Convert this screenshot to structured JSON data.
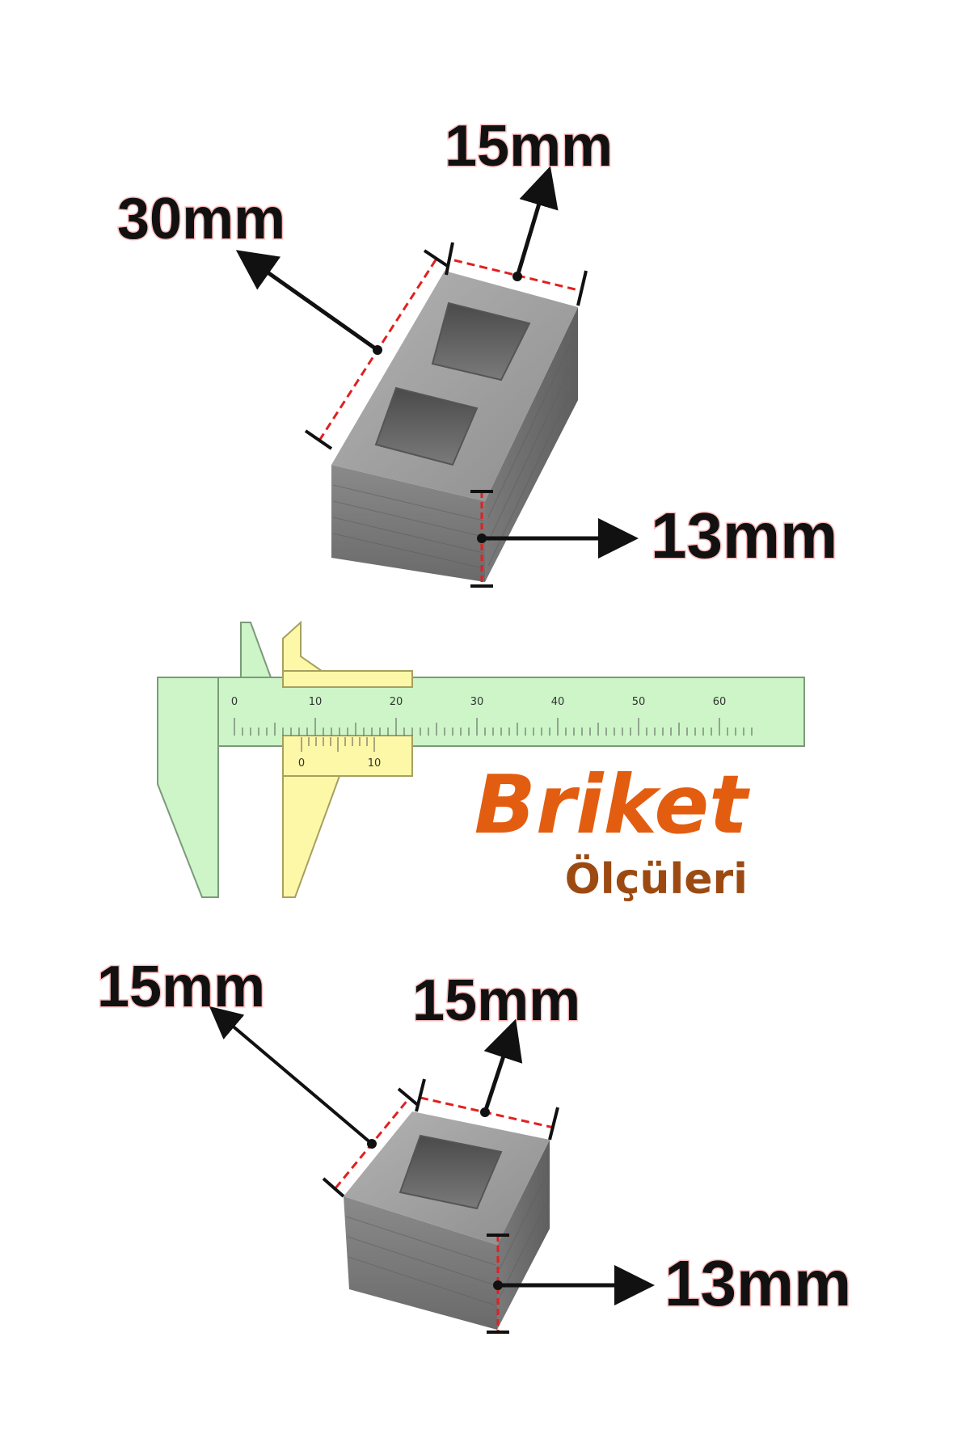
{
  "title": {
    "main": "Briket",
    "sub": "Ölçüleri"
  },
  "large_block": {
    "length_label": "30mm",
    "width_label": "15mm",
    "height_label": "13mm"
  },
  "small_block": {
    "length_label": "15mm",
    "width_label": "15mm",
    "height_label": "13mm"
  },
  "caliper": {
    "main_scale_numbers": [
      "0",
      "10",
      "20",
      "30",
      "40",
      "50",
      "60"
    ],
    "vernier_scale_numbers": [
      "0",
      "10"
    ]
  },
  "colors": {
    "main_scale": "#cdf5c8",
    "vernier": "#fdf8a8",
    "title_orange": "#e35d10",
    "title_brown": "#9c4a12",
    "block_gray": "#8c8c8c",
    "dimension_dash": "#e02020"
  }
}
